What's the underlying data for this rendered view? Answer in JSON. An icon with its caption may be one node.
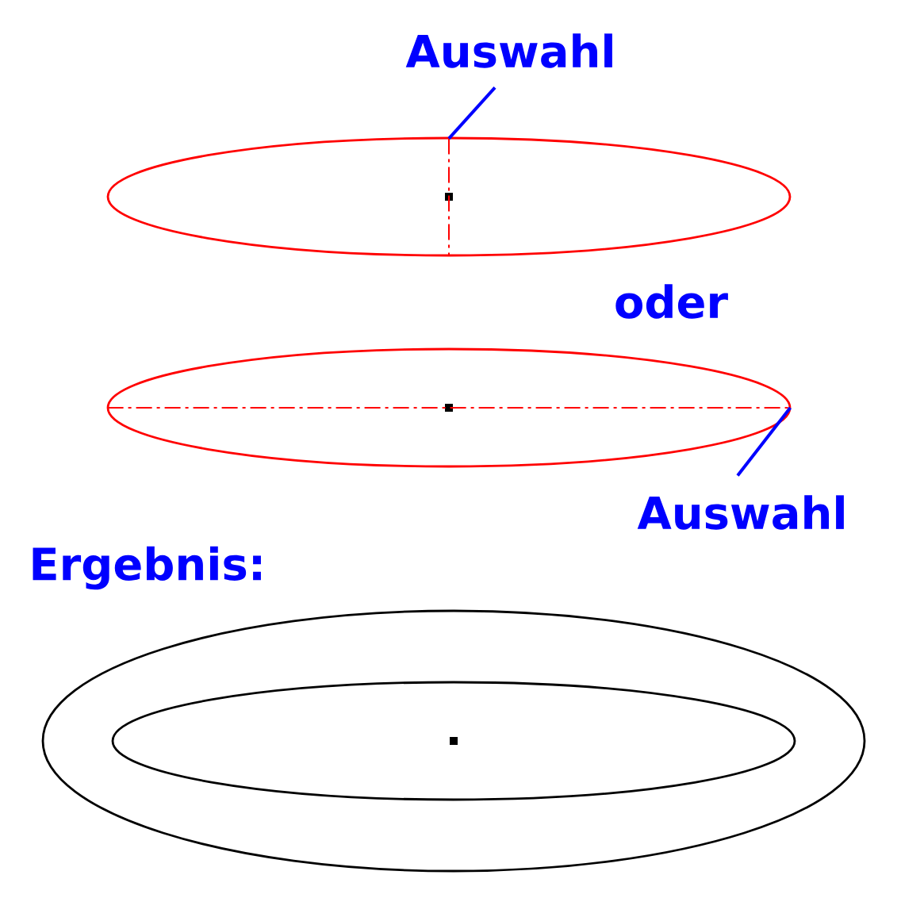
{
  "diagram": {
    "nodes": [
      {
        "text": [
          "Auswahl"
        ]
      },
      {
        "text": [],
        "shape": "line"
      },
      {
        "text": [
          "Auswahl"
        ]
      },
      {
        "text": [],
        "shape": "line"
      }
    ],
    "edges": [
      {
        "from": 0,
        "to": 1,
        "arrow": "none"
      },
      {
        "from": 2,
        "to": 3,
        "arrow": "none"
      }
    ],
    "labels": [
      "oder",
      "Ergebnis:"
    ]
  }
}
